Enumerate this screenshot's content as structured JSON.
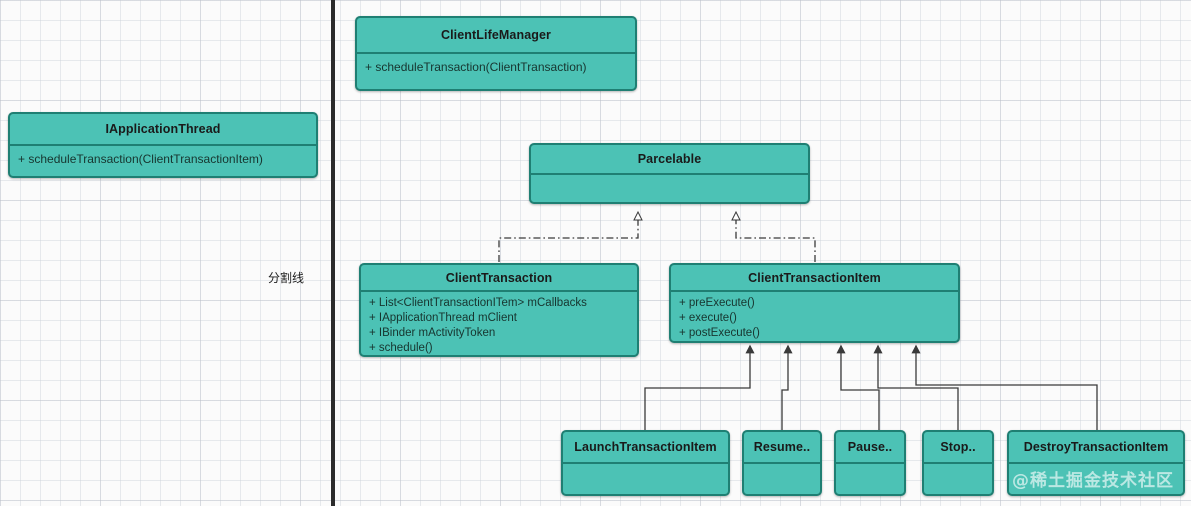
{
  "diagram": {
    "title": "Android ClientTransaction UML class diagram",
    "background": "#fbfbfb",
    "box_fill": "#4cc2b5",
    "box_border": "#1f7f73",
    "divider_color": "#2b2b2b",
    "connector_color": "#3a3a3a"
  },
  "divider": {
    "label": "分割线"
  },
  "classes": {
    "client_life_manager": {
      "name": "ClientLifeManager",
      "members": [
        "+ scheduleTransaction(ClientTransaction)"
      ]
    },
    "iapplication_thread": {
      "name": "IApplicationThread",
      "members": [
        "+ scheduleTransaction(ClientTransactionItem)"
      ]
    },
    "parcelable": {
      "name": "Parcelable",
      "members": []
    },
    "client_transaction": {
      "name": "ClientTransaction",
      "members": [
        "+ List<ClientTransactionITem> mCallbacks",
        "+ IApplicationThread mClient",
        "+ IBinder mActivityToken",
        "+ schedule()"
      ]
    },
    "client_transaction_item": {
      "name": "ClientTransactionItem",
      "members": [
        "+ preExecute()",
        "+ execute()",
        "+ postExecute()"
      ]
    },
    "launch_transaction_item": {
      "name": "LaunchTransactionItem",
      "members": []
    },
    "resume_transaction_item": {
      "name": "Resume..",
      "members": []
    },
    "pause_transaction_item": {
      "name": "Pause..",
      "members": []
    },
    "stop_transaction_item": {
      "name": "Stop..",
      "members": []
    },
    "destroy_transaction_item": {
      "name": "DestroyTransactionItem",
      "members": []
    }
  },
  "watermark": {
    "text": "@稀土掘金技术社区"
  },
  "relationships": [
    {
      "from": "ClientTransaction",
      "to": "Parcelable",
      "type": "realization"
    },
    {
      "from": "ClientTransactionItem",
      "to": "Parcelable",
      "type": "realization"
    },
    {
      "from": "LaunchTransactionItem",
      "to": "ClientTransactionItem",
      "type": "generalization"
    },
    {
      "from": "Resume..",
      "to": "ClientTransactionItem",
      "type": "generalization"
    },
    {
      "from": "Pause..",
      "to": "ClientTransactionItem",
      "type": "generalization"
    },
    {
      "from": "Stop..",
      "to": "ClientTransactionItem",
      "type": "generalization"
    },
    {
      "from": "DestroyTransactionItem",
      "to": "ClientTransactionItem",
      "type": "generalization"
    }
  ]
}
